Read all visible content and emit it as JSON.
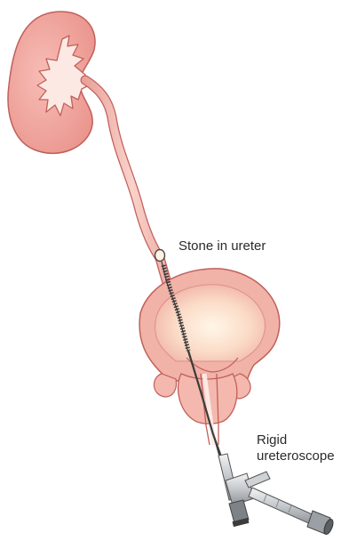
{
  "labels": {
    "stone": "Stone in ureter",
    "scope_line1": "Rigid",
    "scope_line2": "ureteroscope"
  },
  "colors": {
    "kidney_fill": "#f2a7a0",
    "kidney_stroke": "#c0605a",
    "pelvis_fill": "#fde9e4",
    "ureter_fill": "#f8c9c2",
    "bladder_outer": "#f1b2a8",
    "bladder_inner": "#fbe3d2",
    "prostate_fill": "#f4b8ae",
    "scope_metal": "#bfc4c8",
    "scope_dark": "#3c3c3c",
    "stone_fill": "#fff3e6"
  },
  "icons": {
    "kidney": "kidney-shape",
    "ureter": "ureter-tube",
    "stone": "stone-shape",
    "bladder": "bladder-shape",
    "scope": "ureteroscope-shape"
  }
}
